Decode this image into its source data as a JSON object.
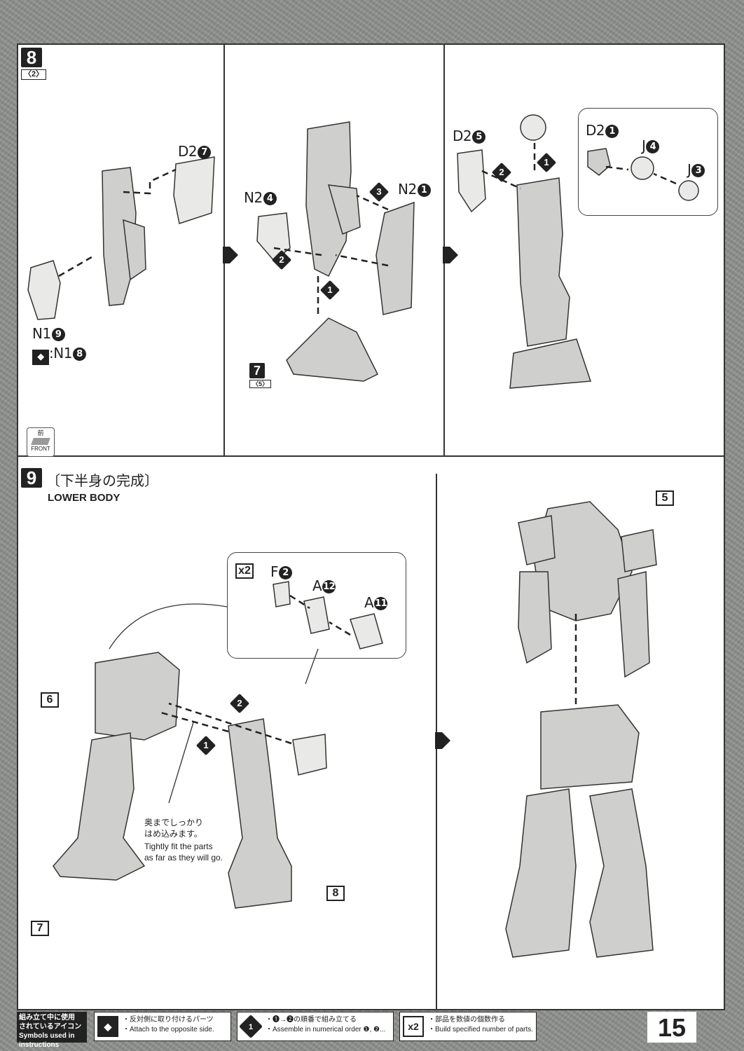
{
  "step8": {
    "number": "8",
    "sub": "〈2〉",
    "panel1": {
      "part_d2": "D2",
      "part_d2_num": "7",
      "part_n1": "N1",
      "part_n1_num": "9",
      "mirror_part": ":N1",
      "mirror_num": "8"
    },
    "panel2": {
      "part_n2a": "N2",
      "part_n2a_num": "4",
      "part_n2b": "N2",
      "part_n2b_num": "1",
      "order": [
        "1",
        "2",
        "3"
      ],
      "ref_step": "7",
      "ref_sub": "〈5〉"
    },
    "panel3": {
      "part_d2a": "D2",
      "part_d2a_num": "5",
      "part_d2b": "D2",
      "part_d2b_num": "1",
      "part_j4": "J",
      "part_j4_num": "4",
      "part_j3": "J",
      "part_j3_num": "3",
      "order": [
        "1",
        "2"
      ]
    },
    "front_icon": {
      "jp": "前",
      "en": "FRONT"
    }
  },
  "step9": {
    "number": "9",
    "title_jp": "〔下半身の完成〕",
    "title_en": "LOWER BODY",
    "callout": {
      "multiplier": "x2",
      "part_f": "F",
      "part_f_num": "2",
      "part_a12": "A",
      "part_a12_num": "12",
      "part_a11": "A",
      "part_a11_num": "11"
    },
    "refs": [
      "6",
      "7",
      "8",
      "5"
    ],
    "order": [
      "1",
      "2"
    ],
    "note_jp": "奥までしっかり\nはめ込みます。",
    "note_en": "Tightly fit the parts\nas far as they will go."
  },
  "footer": {
    "legend_title": "組み立て中に使用\nされているアイコン\nSymbols used in instructions",
    "items": [
      {
        "icon": "mirror",
        "jp": "・反対側に取り付けるパーツ",
        "en": "・Attach to the opposite side."
      },
      {
        "icon": "1",
        "jp": "・❶→❷の順番で組み立てる",
        "en": "・Assemble in numerical order ❶, ❷..."
      },
      {
        "icon": "x2",
        "jp": "・部品を数値の個数作る",
        "en": "・Build specified number of parts."
      }
    ],
    "page_number": "15"
  }
}
